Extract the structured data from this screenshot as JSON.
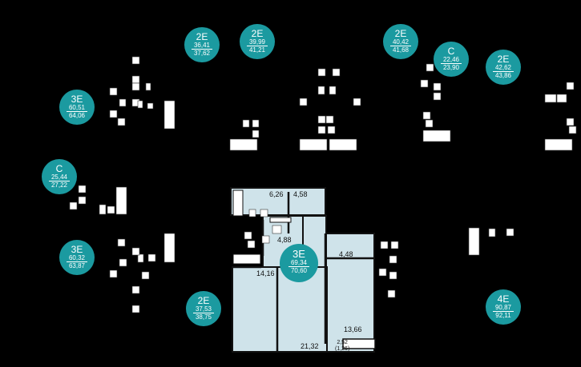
{
  "colors": {
    "background": "#000000",
    "badge": "#1b9aa0",
    "room_fill": "#cfe3ea",
    "wall": "#111111",
    "fixture": "#ffffff"
  },
  "apartments": [
    {
      "id": "apt-2e-36",
      "type": "2E",
      "area_living": "36,41",
      "area_total": "37,62"
    },
    {
      "id": "apt-2e-39",
      "type": "2E",
      "area_living": "39,99",
      "area_total": "41,21"
    },
    {
      "id": "apt-2e-40",
      "type": "2E",
      "area_living": "40,42",
      "area_total": "41,68"
    },
    {
      "id": "apt-c-22",
      "type": "C",
      "area_living": "22,46",
      "area_total": "23,90"
    },
    {
      "id": "apt-2e-42",
      "type": "2E",
      "area_living": "42,62",
      "area_total": "43,86"
    },
    {
      "id": "apt-3e-60a",
      "type": "3E",
      "area_living": "60,51",
      "area_total": "64,06"
    },
    {
      "id": "apt-c-25",
      "type": "C",
      "area_living": "25,44",
      "area_total": "27,22"
    },
    {
      "id": "apt-3e-60b",
      "type": "3E",
      "area_living": "60,32",
      "area_total": "63,87"
    },
    {
      "id": "apt-3e-69",
      "type": "3E",
      "area_living": "69,34",
      "area_total": "70,60"
    },
    {
      "id": "apt-2e-37",
      "type": "2E",
      "area_living": "37,53",
      "area_total": "38,75"
    },
    {
      "id": "apt-4e-90",
      "type": "4E",
      "area_living": "90,87",
      "area_total": "92,11"
    }
  ],
  "rooms": {
    "r1": "6,26",
    "r2": "4,58",
    "r3": "4,88",
    "r4": "4,48",
    "r5": "14,16",
    "r6": "21,32",
    "r7": "13,66",
    "balcony_main": "2,52",
    "balcony_sub": "(1,26)"
  }
}
